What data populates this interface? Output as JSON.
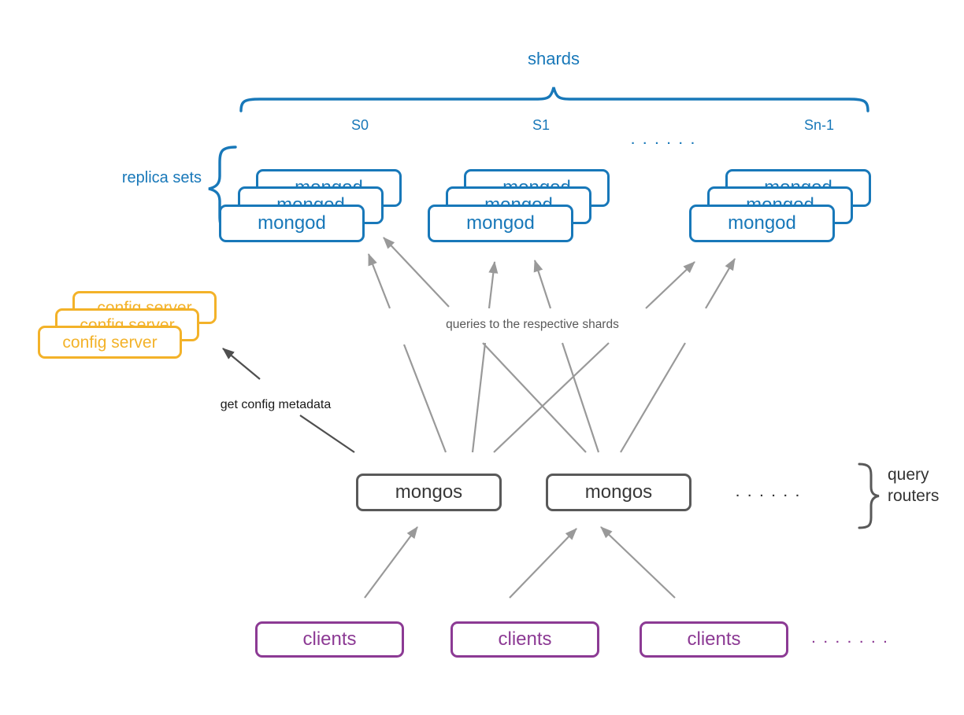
{
  "colors": {
    "shard_blue": "#1878b9",
    "config_yellow": "#f3b229",
    "client_purple": "#8c3a94",
    "router_border": "#595959",
    "router_text": "#333333",
    "arrow_gray": "#999999",
    "arrow_dark": "#4f4f4f",
    "note_gray": "#595959",
    "note_dark": "#1a1a1a"
  },
  "labels": {
    "shards_title": "shards",
    "replica_sets": "replica sets",
    "queries_note": "queries to the respective shards",
    "get_config_note": "get config metadata",
    "query_routers_line1": "query",
    "query_routers_line2": "routers",
    "shard_dots": "......",
    "router_dots": "......",
    "client_dots": "......."
  },
  "shards": [
    {
      "label": "S0",
      "nodes": [
        "mongod",
        "mongod",
        "mongod"
      ]
    },
    {
      "label": "S1",
      "nodes": [
        "mongod",
        "mongod",
        "mongod"
      ]
    },
    {
      "label": "Sn-1",
      "nodes": [
        "mongod",
        "mongod",
        "mongod"
      ]
    }
  ],
  "config_servers": [
    "config server",
    "config server",
    "config server"
  ],
  "query_routers": [
    "mongos",
    "mongos"
  ],
  "clients": [
    "clients",
    "clients",
    "clients"
  ]
}
